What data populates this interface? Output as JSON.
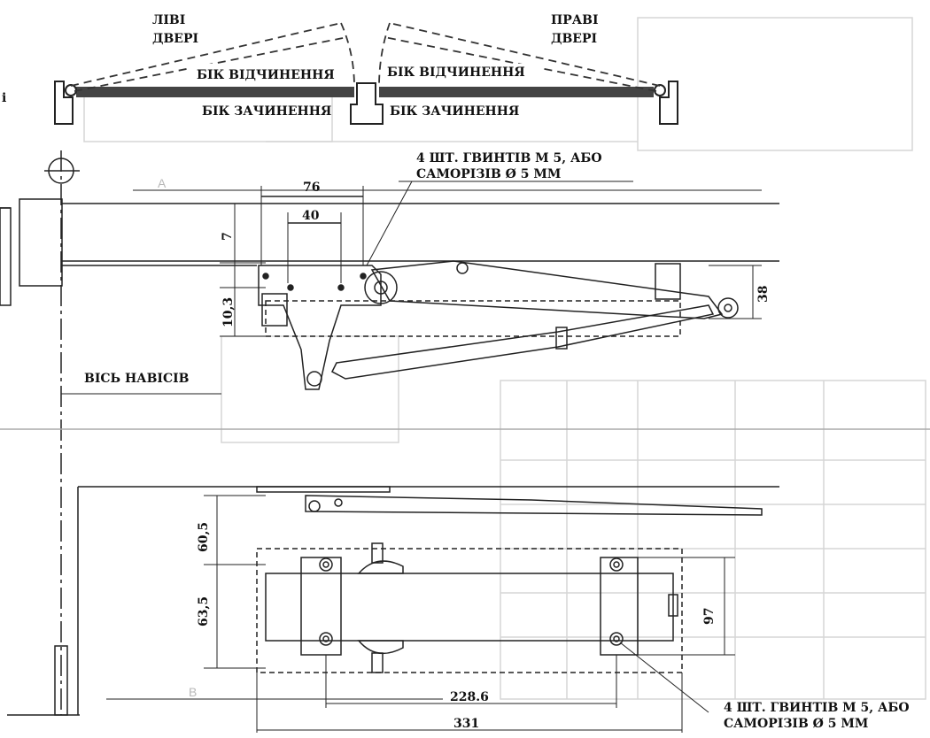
{
  "doors": {
    "left_label_line1": "ЛІВІ",
    "left_label_line2": "ДВЕРІ",
    "right_label_line1": "ПРАВІ",
    "right_label_line2": "ДВЕРІ",
    "left_opening_side": "БІК ВІДЧИНЕННЯ",
    "left_closing_side": "БІК ЗАЧИНЕННЯ",
    "right_opening_side": "БІК ВІДЧИНЕННЯ",
    "right_closing_side": "БІК ЗАЧИНЕННЯ",
    "edge_fragment": "і"
  },
  "screws_top": {
    "line1": "4 ШТ. ГВИНТІВ М 5, АБО",
    "line2": "САМОРІЗІВ Ø 5 ММ"
  },
  "screws_bottom": {
    "line1": "4 ШТ. ГВИНТІВ М 5, АБО",
    "line2": "САМОРІЗІВ Ø 5 ММ"
  },
  "hinge_axis": "ВІСЬ НАВІСІВ",
  "letters": {
    "a": "A",
    "b": "B"
  },
  "dimensions": {
    "d76": "76",
    "d40": "40",
    "d7": "7",
    "d10_3": "10,3",
    "d38": "38",
    "d60_5": "60,5",
    "d63_5": "63,5",
    "d97": "97",
    "d228_6": "228.6",
    "d331": "331"
  }
}
